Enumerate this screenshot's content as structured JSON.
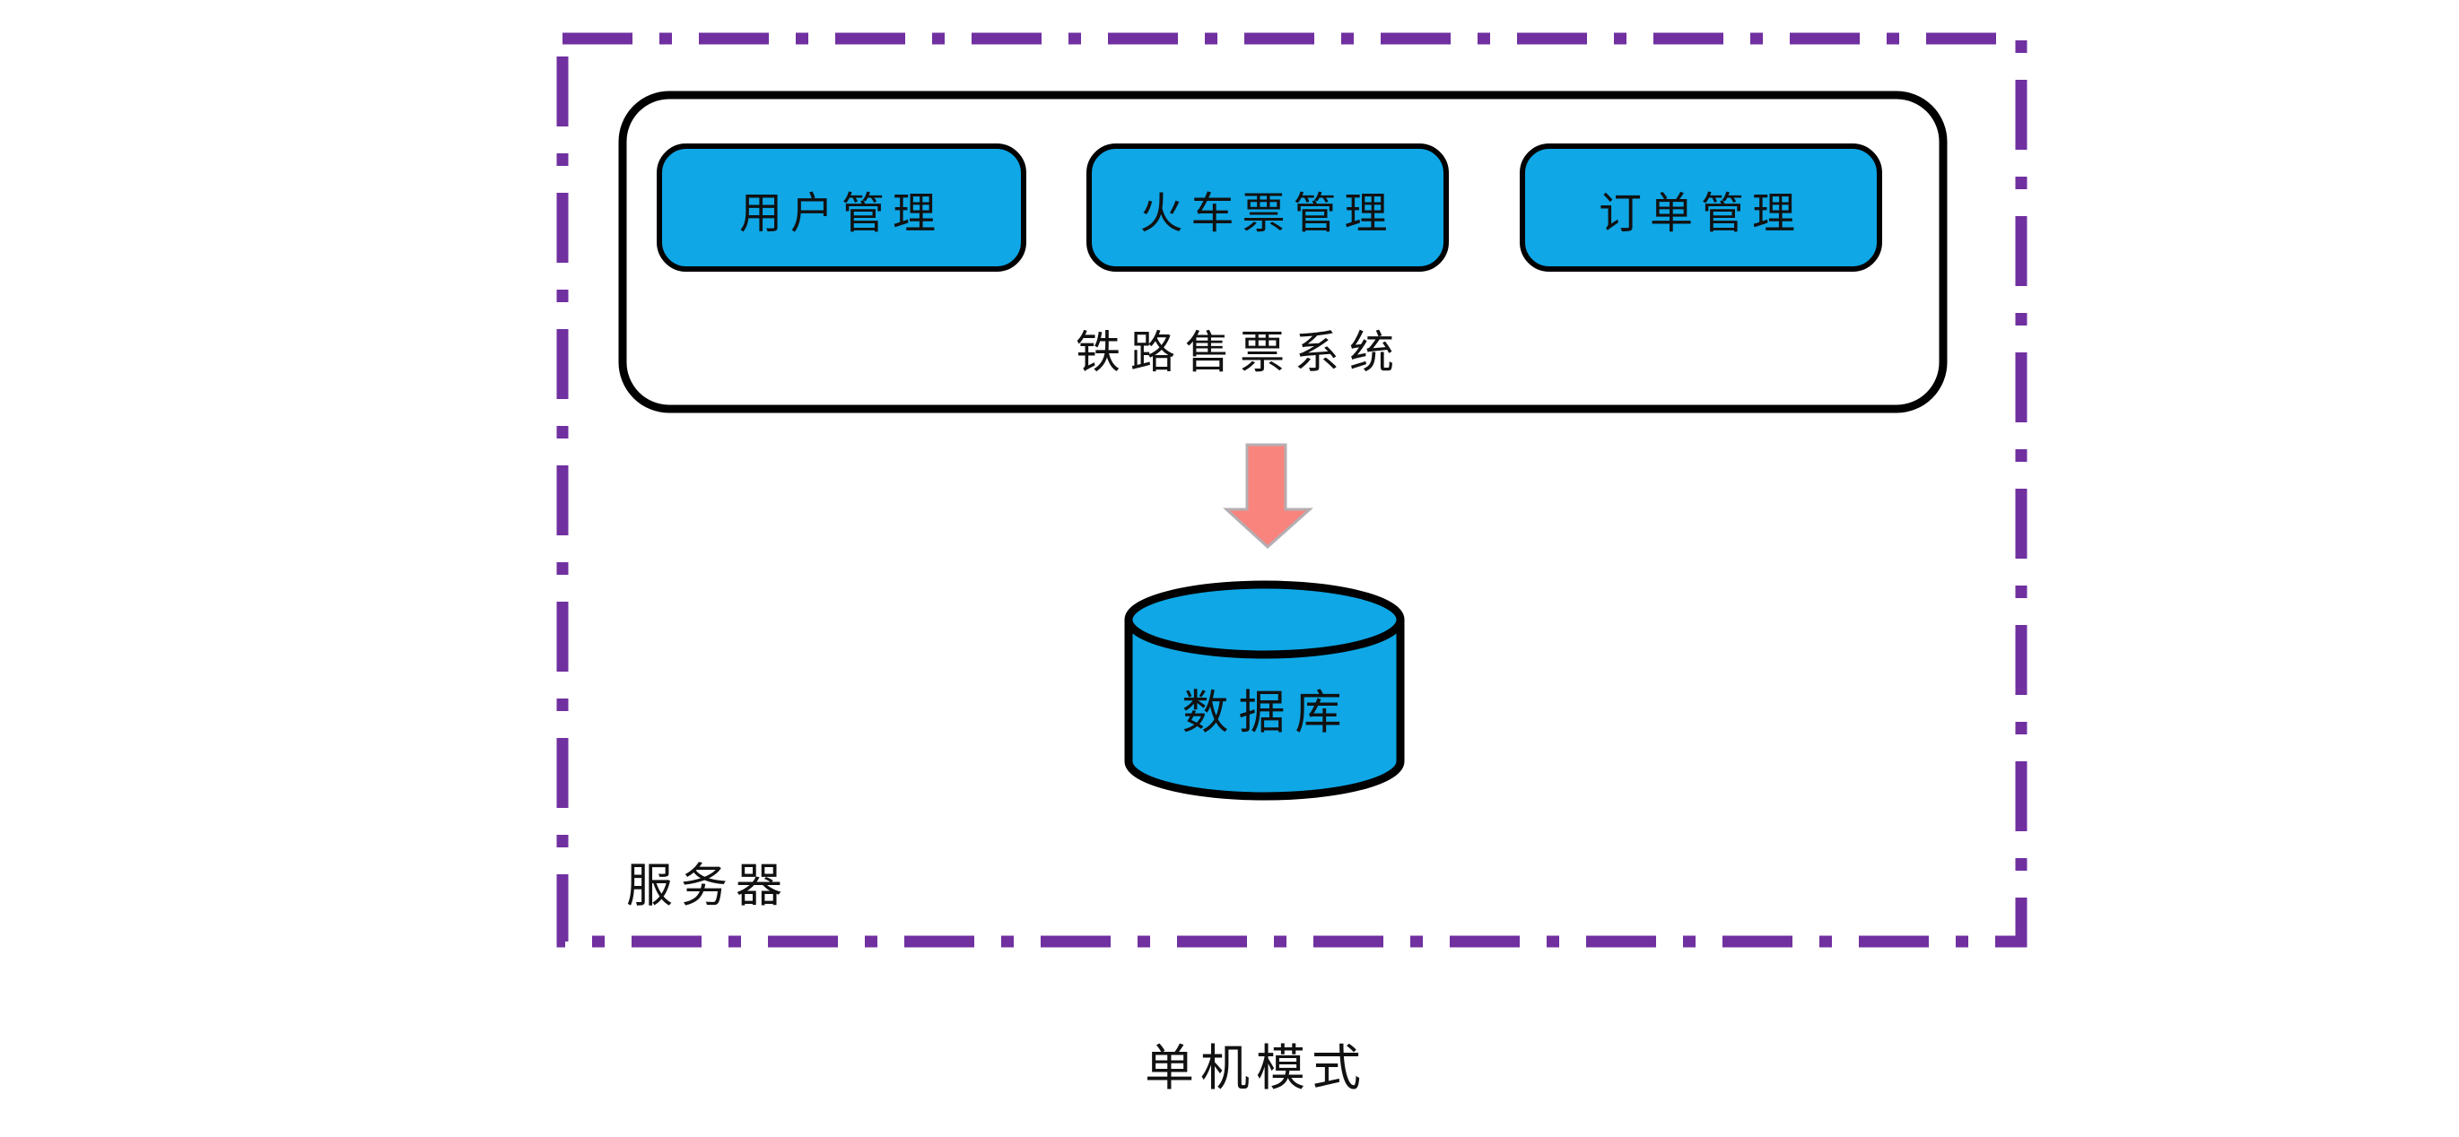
{
  "page": {
    "caption": "单机模式"
  },
  "diagram": {
    "server_group": {
      "label": "服务器"
    },
    "system_group": {
      "label": "铁路售票系统"
    },
    "modules": [
      {
        "label": "用户管理"
      },
      {
        "label": "火车票管理"
      },
      {
        "label": "订单管理"
      }
    ],
    "database": {
      "label": "数据库"
    },
    "arrow": {
      "direction": "down"
    },
    "colors": {
      "module_fill": "#0FA7E6",
      "server_border_purple": "#7030A0",
      "arrow_fill": "#F9847E",
      "outline_black": "#000000"
    }
  }
}
